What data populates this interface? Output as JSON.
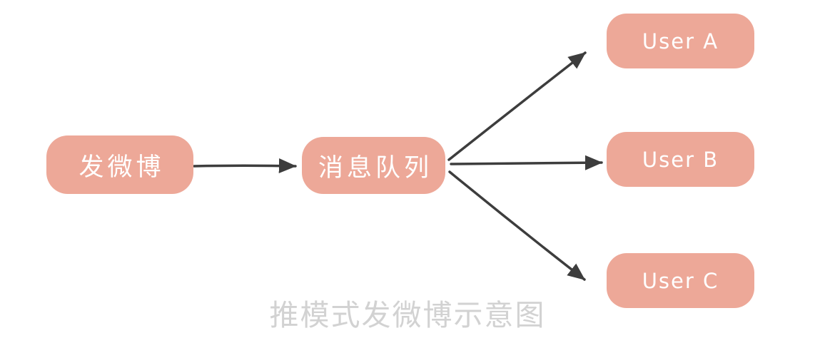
{
  "diagram": {
    "caption": "推模式发微博示意图",
    "nodes": {
      "source": {
        "label": "发微博"
      },
      "queue": {
        "label": "消息队列"
      },
      "user_a": {
        "label": "User A"
      },
      "user_b": {
        "label": "User B"
      },
      "user_c": {
        "label": "User C"
      }
    },
    "edges": [
      {
        "from": "source",
        "to": "queue"
      },
      {
        "from": "queue",
        "to": "user_a"
      },
      {
        "from": "queue",
        "to": "user_b"
      },
      {
        "from": "queue",
        "to": "user_c"
      }
    ],
    "colors": {
      "background": "#FFFFFF",
      "node_fill": "#EDA898",
      "node_text": "#FFFFFF",
      "arrow": "#3D3D3D",
      "caption": "#D2D2D2"
    }
  }
}
